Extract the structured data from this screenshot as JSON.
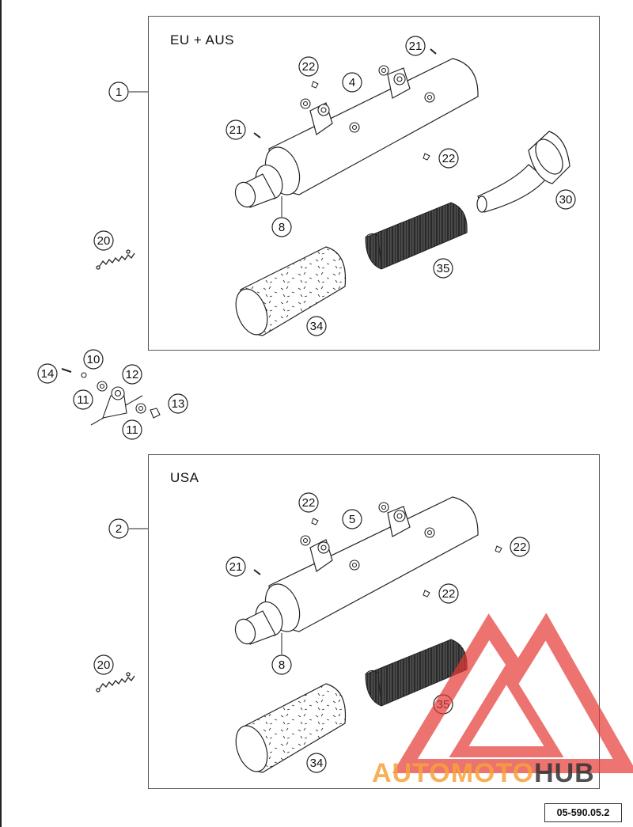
{
  "panel_top": {
    "label": "EU + AUS"
  },
  "panel_bottom": {
    "label": "USA"
  },
  "assembly_callouts": {
    "top": "1",
    "bottom": "2"
  },
  "callouts_top": {
    "c21a": "21",
    "c22a": "22",
    "c4": "4",
    "c21b": "21",
    "c22b": "22",
    "c30": "30",
    "c8": "8",
    "c35": "35",
    "c34": "34"
  },
  "callouts_mid": {
    "c20a": "20",
    "c14": "14",
    "c10": "10",
    "c12": "12",
    "c11a": "11",
    "c13": "13",
    "c11b": "11",
    "c20b": "20"
  },
  "callouts_bottom": {
    "c22a": "22",
    "c5": "5",
    "c22b": "22",
    "c21": "21",
    "c22c": "22",
    "c8": "8",
    "c35": "35",
    "c34": "34"
  },
  "reference_code": "05-590.05.2",
  "watermark": {
    "part1": "AUTOMOTO",
    "part2": "HUB",
    "color1": "#f6a33a",
    "color2": "#333333",
    "triangle_color": "#e53935"
  },
  "colors": {
    "line": "#222222",
    "fill": "#ffffff"
  }
}
